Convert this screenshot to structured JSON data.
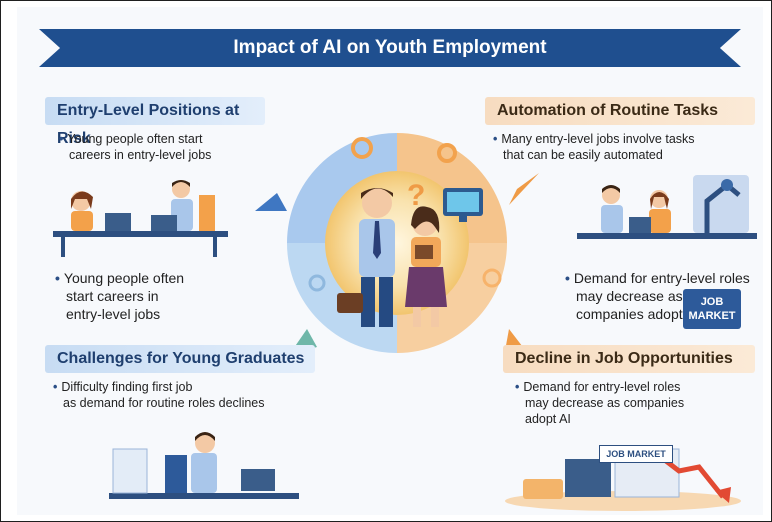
{
  "title": "Impact of AI on Youth Employment",
  "sections": {
    "entry_level": {
      "heading": "Entry-Level Positions at Risk",
      "bullet1_l1": "Young people often start",
      "bullet1_l2": "careers in entry-level jobs",
      "bullet2_l1": "Young people often",
      "bullet2_l2": "start careers in",
      "bullet2_l3": "entry-level jobs"
    },
    "automation": {
      "heading": "Automation of Routine Tasks",
      "bullet1_l1": "Many entry-level jobs involve tasks",
      "bullet1_l2": "that can be easily automated",
      "bullet2_l1": "Demand for entry-level roles",
      "bullet2_l2": "may decrease as",
      "bullet2_l3": "companies adopt",
      "sign_l1": "JOB",
      "sign_l2": "MARKET"
    },
    "challenges": {
      "heading": "Challenges for Young Graduates",
      "bullet1_l1": "Difficulty finding first job",
      "bullet1_l2": "as demand for routine roles declines"
    },
    "decline": {
      "heading": "Decline in Job Opportunities",
      "bullet1_l1": "Demand for entry-level roles",
      "bullet1_l2": "may decrease as companies",
      "bullet1_l3": "adopt AI",
      "sign": "JOB MARKET"
    }
  },
  "center": {
    "symbol": "?"
  },
  "colors": {
    "banner": "#1f4f8f",
    "ring_blue": "#8db8e6",
    "ring_orange": "#f3b777",
    "center_glow": "#f6d38e"
  }
}
